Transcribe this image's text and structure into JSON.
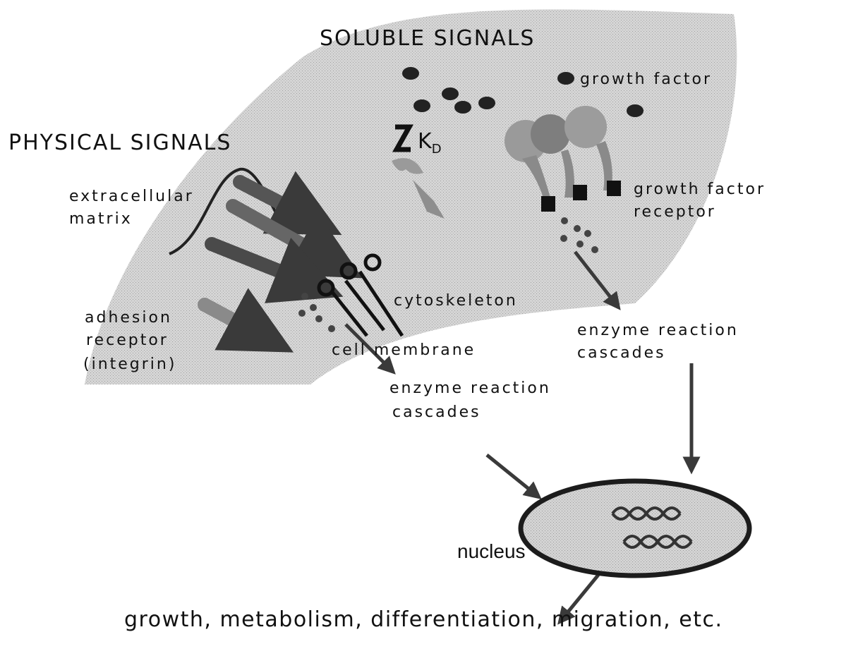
{
  "labels": {
    "soluble_signals": "SOLUBLE SIGNALS",
    "physical_signals": "PHYSICAL SIGNALS",
    "growth_factor": "growth factor",
    "growth_factor_receptor_line1": "growth factor",
    "growth_factor_receptor_line2": "receptor",
    "kd_symbol": "K",
    "kd_subscript": "D",
    "extracellular_line1": "extracellular",
    "extracellular_line2": "matrix",
    "cytoskeleton": "cytoskeleton",
    "cell_membrane": "cell membrane",
    "adhesion_line1": "adhesion",
    "adhesion_line2": "receptor",
    "adhesion_line3": "(integrin)",
    "enzyme_left_line1": "enzyme reaction",
    "enzyme_left_line2": "cascades",
    "enzyme_right_line1": "enzyme reaction",
    "enzyme_right_line2": "cascades",
    "nucleus": "nucleus",
    "outcomes": "growth,  metabolism,  differentiation,  migration,  etc."
  },
  "colors": {
    "background_region": "#cfcfcf",
    "arrow": "#555555",
    "dark_mark": "#222222",
    "text": "#111111"
  },
  "icons": {
    "dna": "dna-helix-icon",
    "growth_factor": "growth-factor-dot-icon",
    "receptor": "receptor-block-icon"
  }
}
